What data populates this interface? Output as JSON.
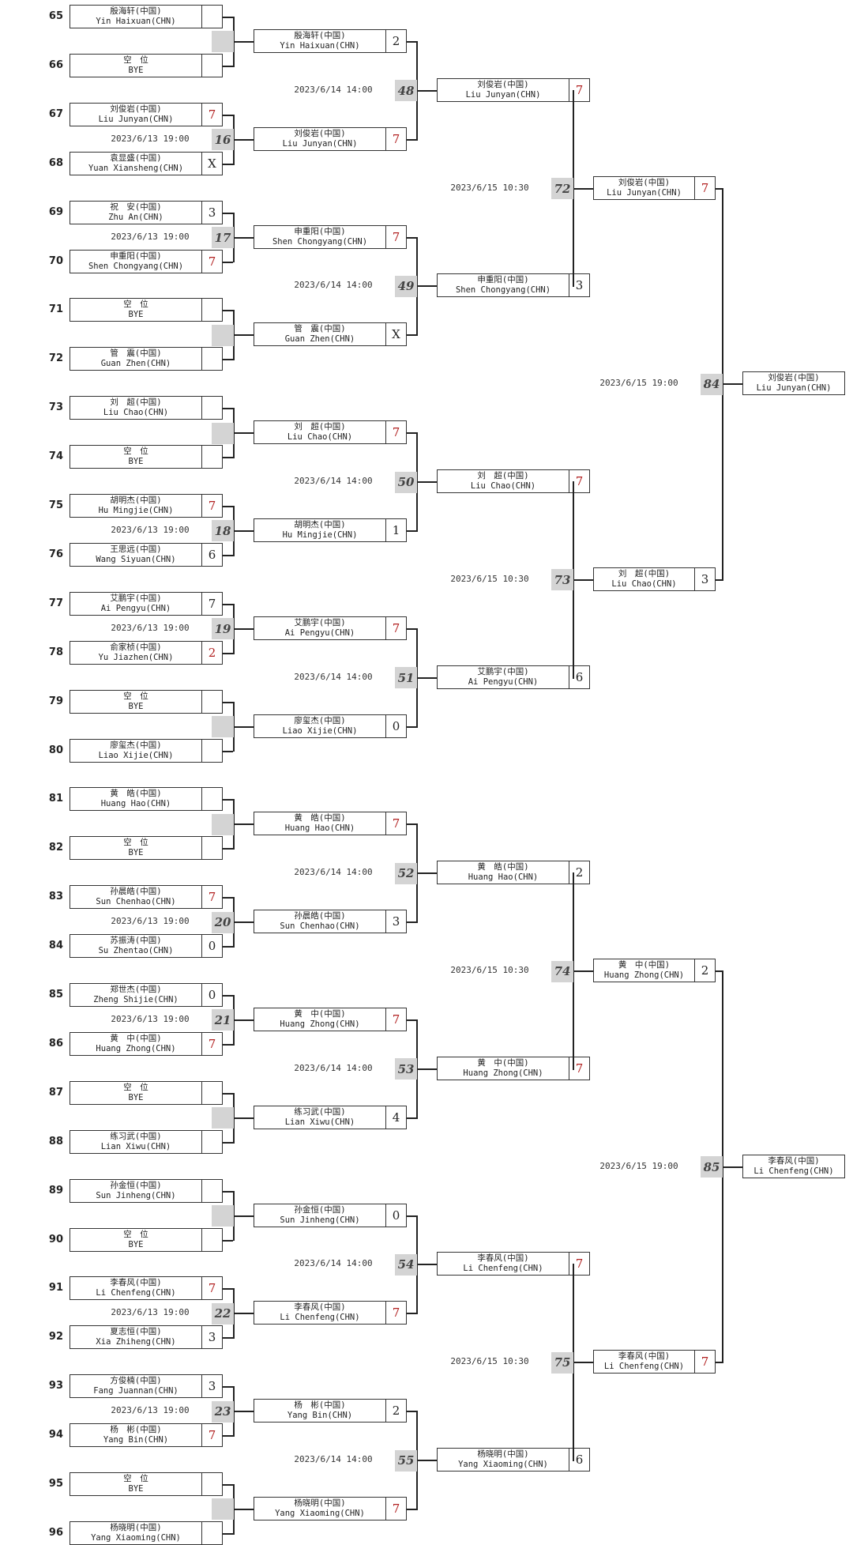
{
  "seeds": [
    "65",
    "66",
    "67",
    "68",
    "69",
    "70",
    "71",
    "72",
    "73",
    "74",
    "75",
    "76",
    "77",
    "78",
    "79",
    "80",
    "81",
    "82",
    "83",
    "84",
    "85",
    "86",
    "87",
    "88",
    "89",
    "90",
    "91",
    "92",
    "93",
    "94",
    "95",
    "96"
  ],
  "round1": [
    {
      "cn": "殷海轩(中国)",
      "en": "Yin Haixuan(CHN)",
      "score": "",
      "win": false
    },
    {
      "cn": "空　位",
      "en": "BYE",
      "score": "",
      "win": false
    },
    {
      "cn": "刘俊岩(中国)",
      "en": "Liu Junyan(CHN)",
      "score": "7",
      "win": true
    },
    {
      "cn": "袁显盛(中国)",
      "en": "Yuan Xiansheng(CHN)",
      "score": "X",
      "win": false
    },
    {
      "cn": "祝　安(中国)",
      "en": "Zhu An(CHN)",
      "score": "3",
      "win": false
    },
    {
      "cn": "申重阳(中国)",
      "en": "Shen Chongyang(CHN)",
      "score": "7",
      "win": true
    },
    {
      "cn": "空　位",
      "en": "BYE",
      "score": "",
      "win": false
    },
    {
      "cn": "管　震(中国)",
      "en": "Guan Zhen(CHN)",
      "score": "",
      "win": false
    },
    {
      "cn": "刘　超(中国)",
      "en": "Liu Chao(CHN)",
      "score": "",
      "win": false
    },
    {
      "cn": "空　位",
      "en": "BYE",
      "score": "",
      "win": false
    },
    {
      "cn": "胡明杰(中国)",
      "en": "Hu Mingjie(CHN)",
      "score": "7",
      "win": true
    },
    {
      "cn": "王思远(中国)",
      "en": "Wang Siyuan(CHN)",
      "score": "6",
      "win": false
    },
    {
      "cn": "艾鹏宇(中国)",
      "en": "Ai Pengyu(CHN)",
      "score": "7",
      "win": false
    },
    {
      "cn": "俞家桢(中国)",
      "en": "Yu Jiazhen(CHN)",
      "score": "2",
      "win": true
    },
    {
      "cn": "空　位",
      "en": "BYE",
      "score": "",
      "win": false
    },
    {
      "cn": "廖玺杰(中国)",
      "en": "Liao Xijie(CHN)",
      "score": "",
      "win": false
    },
    {
      "cn": "黄　皓(中国)",
      "en": "Huang Hao(CHN)",
      "score": "",
      "win": false
    },
    {
      "cn": "空　位",
      "en": "BYE",
      "score": "",
      "win": false
    },
    {
      "cn": "孙晨皓(中国)",
      "en": "Sun Chenhao(CHN)",
      "score": "7",
      "win": true
    },
    {
      "cn": "苏振涛(中国)",
      "en": "Su Zhentao(CHN)",
      "score": "0",
      "win": false
    },
    {
      "cn": "郑世杰(中国)",
      "en": "Zheng Shijie(CHN)",
      "score": "0",
      "win": false
    },
    {
      "cn": "黄　中(中国)",
      "en": "Huang Zhong(CHN)",
      "score": "7",
      "win": true
    },
    {
      "cn": "空　位",
      "en": "BYE",
      "score": "",
      "win": false
    },
    {
      "cn": "练习武(中国)",
      "en": "Lian Xiwu(CHN)",
      "score": "",
      "win": false
    },
    {
      "cn": "孙金恒(中国)",
      "en": "Sun Jinheng(CHN)",
      "score": "",
      "win": false
    },
    {
      "cn": "空　位",
      "en": "BYE",
      "score": "",
      "win": false
    },
    {
      "cn": "李春风(中国)",
      "en": "Li Chenfeng(CHN)",
      "score": "7",
      "win": true
    },
    {
      "cn": "夏志恒(中国)",
      "en": "Xia Zhiheng(CHN)",
      "score": "3",
      "win": false
    },
    {
      "cn": "方俊楠(中国)",
      "en": "Fang Juannan(CHN)",
      "score": "3",
      "win": false
    },
    {
      "cn": "杨　彬(中国)",
      "en": "Yang Bin(CHN)",
      "score": "7",
      "win": true
    },
    {
      "cn": "空　位",
      "en": "BYE",
      "score": "",
      "win": false
    },
    {
      "cn": "杨晓明(中国)",
      "en": "Yang Xiaoming(CHN)",
      "score": "",
      "win": false
    }
  ],
  "round1_matches": [
    {
      "no": "",
      "date": ""
    },
    {
      "no": "16",
      "date": "2023/6/13 19:00"
    },
    {
      "no": "17",
      "date": "2023/6/13 19:00"
    },
    {
      "no": "",
      "date": ""
    },
    {
      "no": "",
      "date": ""
    },
    {
      "no": "18",
      "date": "2023/6/13 19:00"
    },
    {
      "no": "19",
      "date": "2023/6/13 19:00"
    },
    {
      "no": "",
      "date": ""
    },
    {
      "no": "",
      "date": ""
    },
    {
      "no": "20",
      "date": "2023/6/13 19:00"
    },
    {
      "no": "21",
      "date": "2023/6/13 19:00"
    },
    {
      "no": "",
      "date": ""
    },
    {
      "no": "",
      "date": ""
    },
    {
      "no": "22",
      "date": "2023/6/13 19:00"
    },
    {
      "no": "23",
      "date": "2023/6/13 19:00"
    },
    {
      "no": "",
      "date": ""
    }
  ],
  "round2": [
    {
      "cn": "殷海轩(中国)",
      "en": "Yin Haixuan(CHN)",
      "score": "2",
      "win": false
    },
    {
      "cn": "刘俊岩(中国)",
      "en": "Liu Junyan(CHN)",
      "score": "7",
      "win": true
    },
    {
      "cn": "申重阳(中国)",
      "en": "Shen Chongyang(CHN)",
      "score": "7",
      "win": true
    },
    {
      "cn": "管　震(中国)",
      "en": "Guan Zhen(CHN)",
      "score": "X",
      "win": false
    },
    {
      "cn": "刘　超(中国)",
      "en": "Liu Chao(CHN)",
      "score": "7",
      "win": true
    },
    {
      "cn": "胡明杰(中国)",
      "en": "Hu Mingjie(CHN)",
      "score": "1",
      "win": false
    },
    {
      "cn": "艾鹏宇(中国)",
      "en": "Ai Pengyu(CHN)",
      "score": "7",
      "win": true
    },
    {
      "cn": "廖玺杰(中国)",
      "en": "Liao Xijie(CHN)",
      "score": "0",
      "win": false
    },
    {
      "cn": "黄　皓(中国)",
      "en": "Huang Hao(CHN)",
      "score": "7",
      "win": true
    },
    {
      "cn": "孙晨皓(中国)",
      "en": "Sun Chenhao(CHN)",
      "score": "3",
      "win": false
    },
    {
      "cn": "黄　中(中国)",
      "en": "Huang Zhong(CHN)",
      "score": "7",
      "win": true
    },
    {
      "cn": "练习武(中国)",
      "en": "Lian Xiwu(CHN)",
      "score": "4",
      "win": false
    },
    {
      "cn": "孙金恒(中国)",
      "en": "Sun Jinheng(CHN)",
      "score": "0",
      "win": false
    },
    {
      "cn": "李春风(中国)",
      "en": "Li Chenfeng(CHN)",
      "score": "7",
      "win": true
    },
    {
      "cn": "杨　彬(中国)",
      "en": "Yang Bin(CHN)",
      "score": "2",
      "win": false
    },
    {
      "cn": "杨晓明(中国)",
      "en": "Yang Xiaoming(CHN)",
      "score": "7",
      "win": true
    }
  ],
  "round2_matches": [
    {
      "no": "48",
      "date": "2023/6/14 14:00"
    },
    {
      "no": "49",
      "date": "2023/6/14 14:00"
    },
    {
      "no": "50",
      "date": "2023/6/14 14:00"
    },
    {
      "no": "51",
      "date": "2023/6/14 14:00"
    },
    {
      "no": "52",
      "date": "2023/6/14 14:00"
    },
    {
      "no": "53",
      "date": "2023/6/14 14:00"
    },
    {
      "no": "54",
      "date": "2023/6/14 14:00"
    },
    {
      "no": "55",
      "date": "2023/6/14 14:00"
    }
  ],
  "round3": [
    {
      "cn": "刘俊岩(中国)",
      "en": "Liu Junyan(CHN)",
      "score": "7",
      "win": true
    },
    {
      "cn": "申重阳(中国)",
      "en": "Shen Chongyang(CHN)",
      "score": "3",
      "win": false
    },
    {
      "cn": "刘　超(中国)",
      "en": "Liu Chao(CHN)",
      "score": "7",
      "win": true
    },
    {
      "cn": "艾鹏宇(中国)",
      "en": "Ai Pengyu(CHN)",
      "score": "6",
      "win": false
    },
    {
      "cn": "黄　皓(中国)",
      "en": "Huang Hao(CHN)",
      "score": "2",
      "win": false
    },
    {
      "cn": "黄　中(中国)",
      "en": "Huang Zhong(CHN)",
      "score": "7",
      "win": true
    },
    {
      "cn": "李春风(中国)",
      "en": "Li Chenfeng(CHN)",
      "score": "7",
      "win": true
    },
    {
      "cn": "杨晓明(中国)",
      "en": "Yang Xiaoming(CHN)",
      "score": "6",
      "win": false
    }
  ],
  "round3_matches": [
    {
      "no": "72",
      "date": "2023/6/15 10:30"
    },
    {
      "no": "73",
      "date": "2023/6/15 10:30"
    },
    {
      "no": "74",
      "date": "2023/6/15 10:30"
    },
    {
      "no": "75",
      "date": "2023/6/15 10:30"
    }
  ],
  "round4": [
    {
      "cn": "刘俊岩(中国)",
      "en": "Liu Junyan(CHN)",
      "score": "7",
      "win": true
    },
    {
      "cn": "刘　超(中国)",
      "en": "Liu Chao(CHN)",
      "score": "3",
      "win": false
    },
    {
      "cn": "黄　中(中国)",
      "en": "Huang Zhong(CHN)",
      "score": "2",
      "win": false
    },
    {
      "cn": "李春风(中国)",
      "en": "Li Chenfeng(CHN)",
      "score": "7",
      "win": true
    }
  ],
  "round4_matches": [
    {
      "no": "84",
      "date": "2023/6/15 19:00"
    },
    {
      "no": "85",
      "date": "2023/6/15 19:00"
    }
  ],
  "round5": [
    {
      "cn": "刘俊岩(中国)",
      "en": "Liu Junyan(CHN)",
      "score": "",
      "win": false
    },
    {
      "cn": "李春风(中国)",
      "en": "Li Chenfeng(CHN)",
      "score": "",
      "win": false
    }
  ],
  "colors": {
    "win_score": "#b22222",
    "match_no_bg": "#d4d4d4",
    "line": "#222222"
  }
}
